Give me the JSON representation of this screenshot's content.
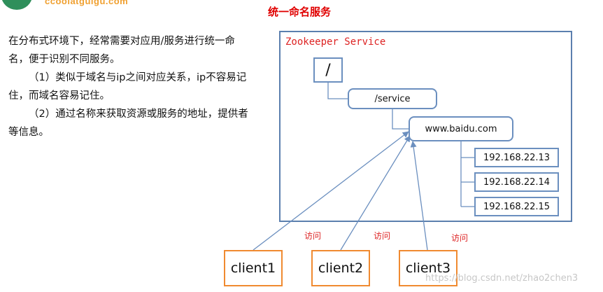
{
  "logo": {
    "text": "ccoolatguigu.com"
  },
  "title": "统一命名服务",
  "description": [
    "在分布式环境下，经常需要对应用/服务进行统一命名，便于识别不同服务。",
    "（1）类似于域名与ip之间对应关系，ip不容易记住，而域名容易记住。",
    "（2）通过名称来获取资源或服务的地址，提供者等信息。"
  ],
  "zookeeper": {
    "label": "Zookeeper Service",
    "root": "/",
    "service": "/service",
    "domain": "www.baidu.com",
    "ips": [
      "192.168.22.13",
      "192.168.22.14",
      "192.168.22.15"
    ]
  },
  "clients": [
    "client1",
    "client2",
    "client3"
  ],
  "access_label": "访问",
  "watermark": "https://blog.csdn.net/zhao2chen3",
  "colors": {
    "title": "#e00000",
    "node_border": "#6b8fbf",
    "client_border": "#f08a30",
    "arrow": "#6b8fbf"
  }
}
